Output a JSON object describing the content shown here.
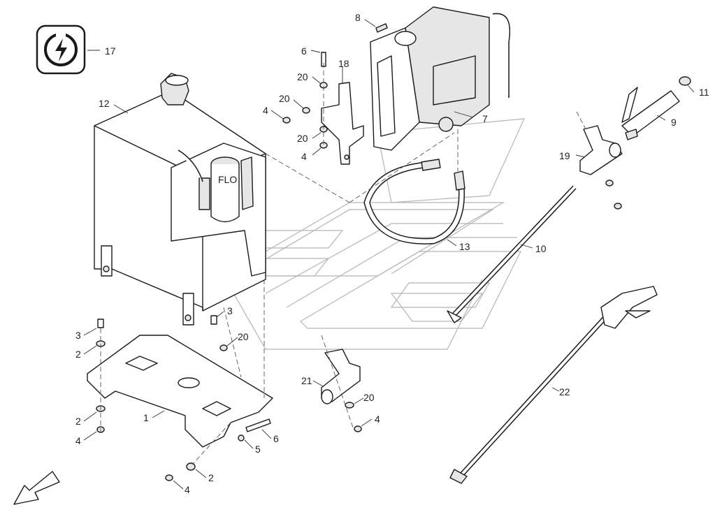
{
  "diagram": {
    "icon": "electric-power-icon",
    "callouts": [
      {
        "id": "c17",
        "label": "17"
      },
      {
        "id": "c12",
        "label": "12"
      },
      {
        "id": "c8",
        "label": "8"
      },
      {
        "id": "c6a",
        "label": "6"
      },
      {
        "id": "c18",
        "label": "18"
      },
      {
        "id": "c20a",
        "label": "20"
      },
      {
        "id": "c20b",
        "label": "20"
      },
      {
        "id": "c4a",
        "label": "4"
      },
      {
        "id": "c20c",
        "label": "20"
      },
      {
        "id": "c4b",
        "label": "4"
      },
      {
        "id": "c7",
        "label": "7"
      },
      {
        "id": "c11",
        "label": "11"
      },
      {
        "id": "c9",
        "label": "9"
      },
      {
        "id": "c19",
        "label": "19"
      },
      {
        "id": "c13",
        "label": "13"
      },
      {
        "id": "c10",
        "label": "10"
      },
      {
        "id": "c3a",
        "label": "3"
      },
      {
        "id": "c3b",
        "label": "3"
      },
      {
        "id": "c20d",
        "label": "20"
      },
      {
        "id": "c2a",
        "label": "2"
      },
      {
        "id": "c1",
        "label": "1"
      },
      {
        "id": "c2b",
        "label": "2"
      },
      {
        "id": "c4c",
        "label": "4"
      },
      {
        "id": "c21",
        "label": "21"
      },
      {
        "id": "c20e",
        "label": "20"
      },
      {
        "id": "c4d",
        "label": "4"
      },
      {
        "id": "c6b",
        "label": "6"
      },
      {
        "id": "c5",
        "label": "5"
      },
      {
        "id": "c2c",
        "label": "2"
      },
      {
        "id": "c4e",
        "label": "4"
      },
      {
        "id": "c22",
        "label": "22"
      }
    ],
    "tank_label": "FLO"
  }
}
